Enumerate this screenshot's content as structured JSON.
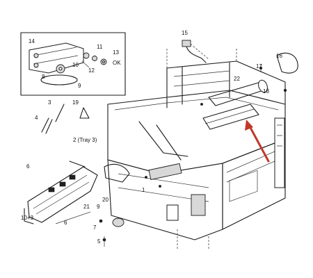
{
  "callouts": {
    "c1": "1",
    "c2": "2 (Tray 3)",
    "c3": "3",
    "c4": "4",
    "c5": "5",
    "c6": "6",
    "c7": "7",
    "c8": "8",
    "c9": "9",
    "c10": "10",
    "c11": "11",
    "c12": "12",
    "c13": "13",
    "c14": "14",
    "c15": "15",
    "c16": "16",
    "c17": "17",
    "c18": "18",
    "c19": "19",
    "c20": "20",
    "c21": "21",
    "c22": "22",
    "c_ok": "OK",
    "c_note": "10+3"
  },
  "colors": {
    "line": "#1a1a1a",
    "arrow": "#c0392b",
    "background": "#ffffff"
  }
}
